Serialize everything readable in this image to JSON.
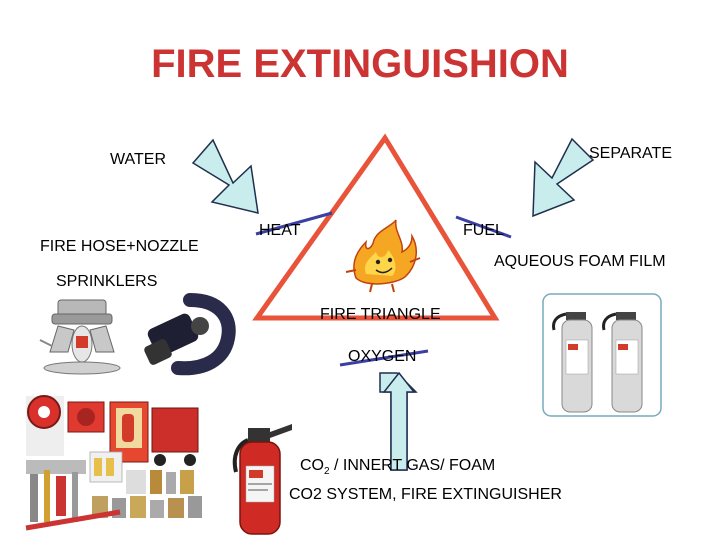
{
  "title": "FIRE EXTINGUISHION",
  "triangle": {
    "heat": "HEAT",
    "fuel": "FUEL",
    "oxygen": "OXYGEN",
    "center": "FIRE TRIANGLE"
  },
  "methods": {
    "water": "WATER",
    "separate": "SEPARATE",
    "co2_prefix": "CO",
    "co2_sub": "2",
    "co2_suffix": " / INNERT GAS/ FOAM"
  },
  "equipment": {
    "hose_nozzle": "FIRE HOSE+NOZZLE",
    "sprinklers": "SPRINKLERS",
    "foam": "AQUEOUS FOAM FILM",
    "co2_system": "CO2 SYSTEM, FIRE EXTINGUISHER"
  },
  "colors": {
    "title": "#cc3333",
    "triangle": "#e8533a",
    "arrow_fill": "#c9ecec",
    "arrow_stroke": "#1f2f4f",
    "strike": "#3b3fa0"
  }
}
